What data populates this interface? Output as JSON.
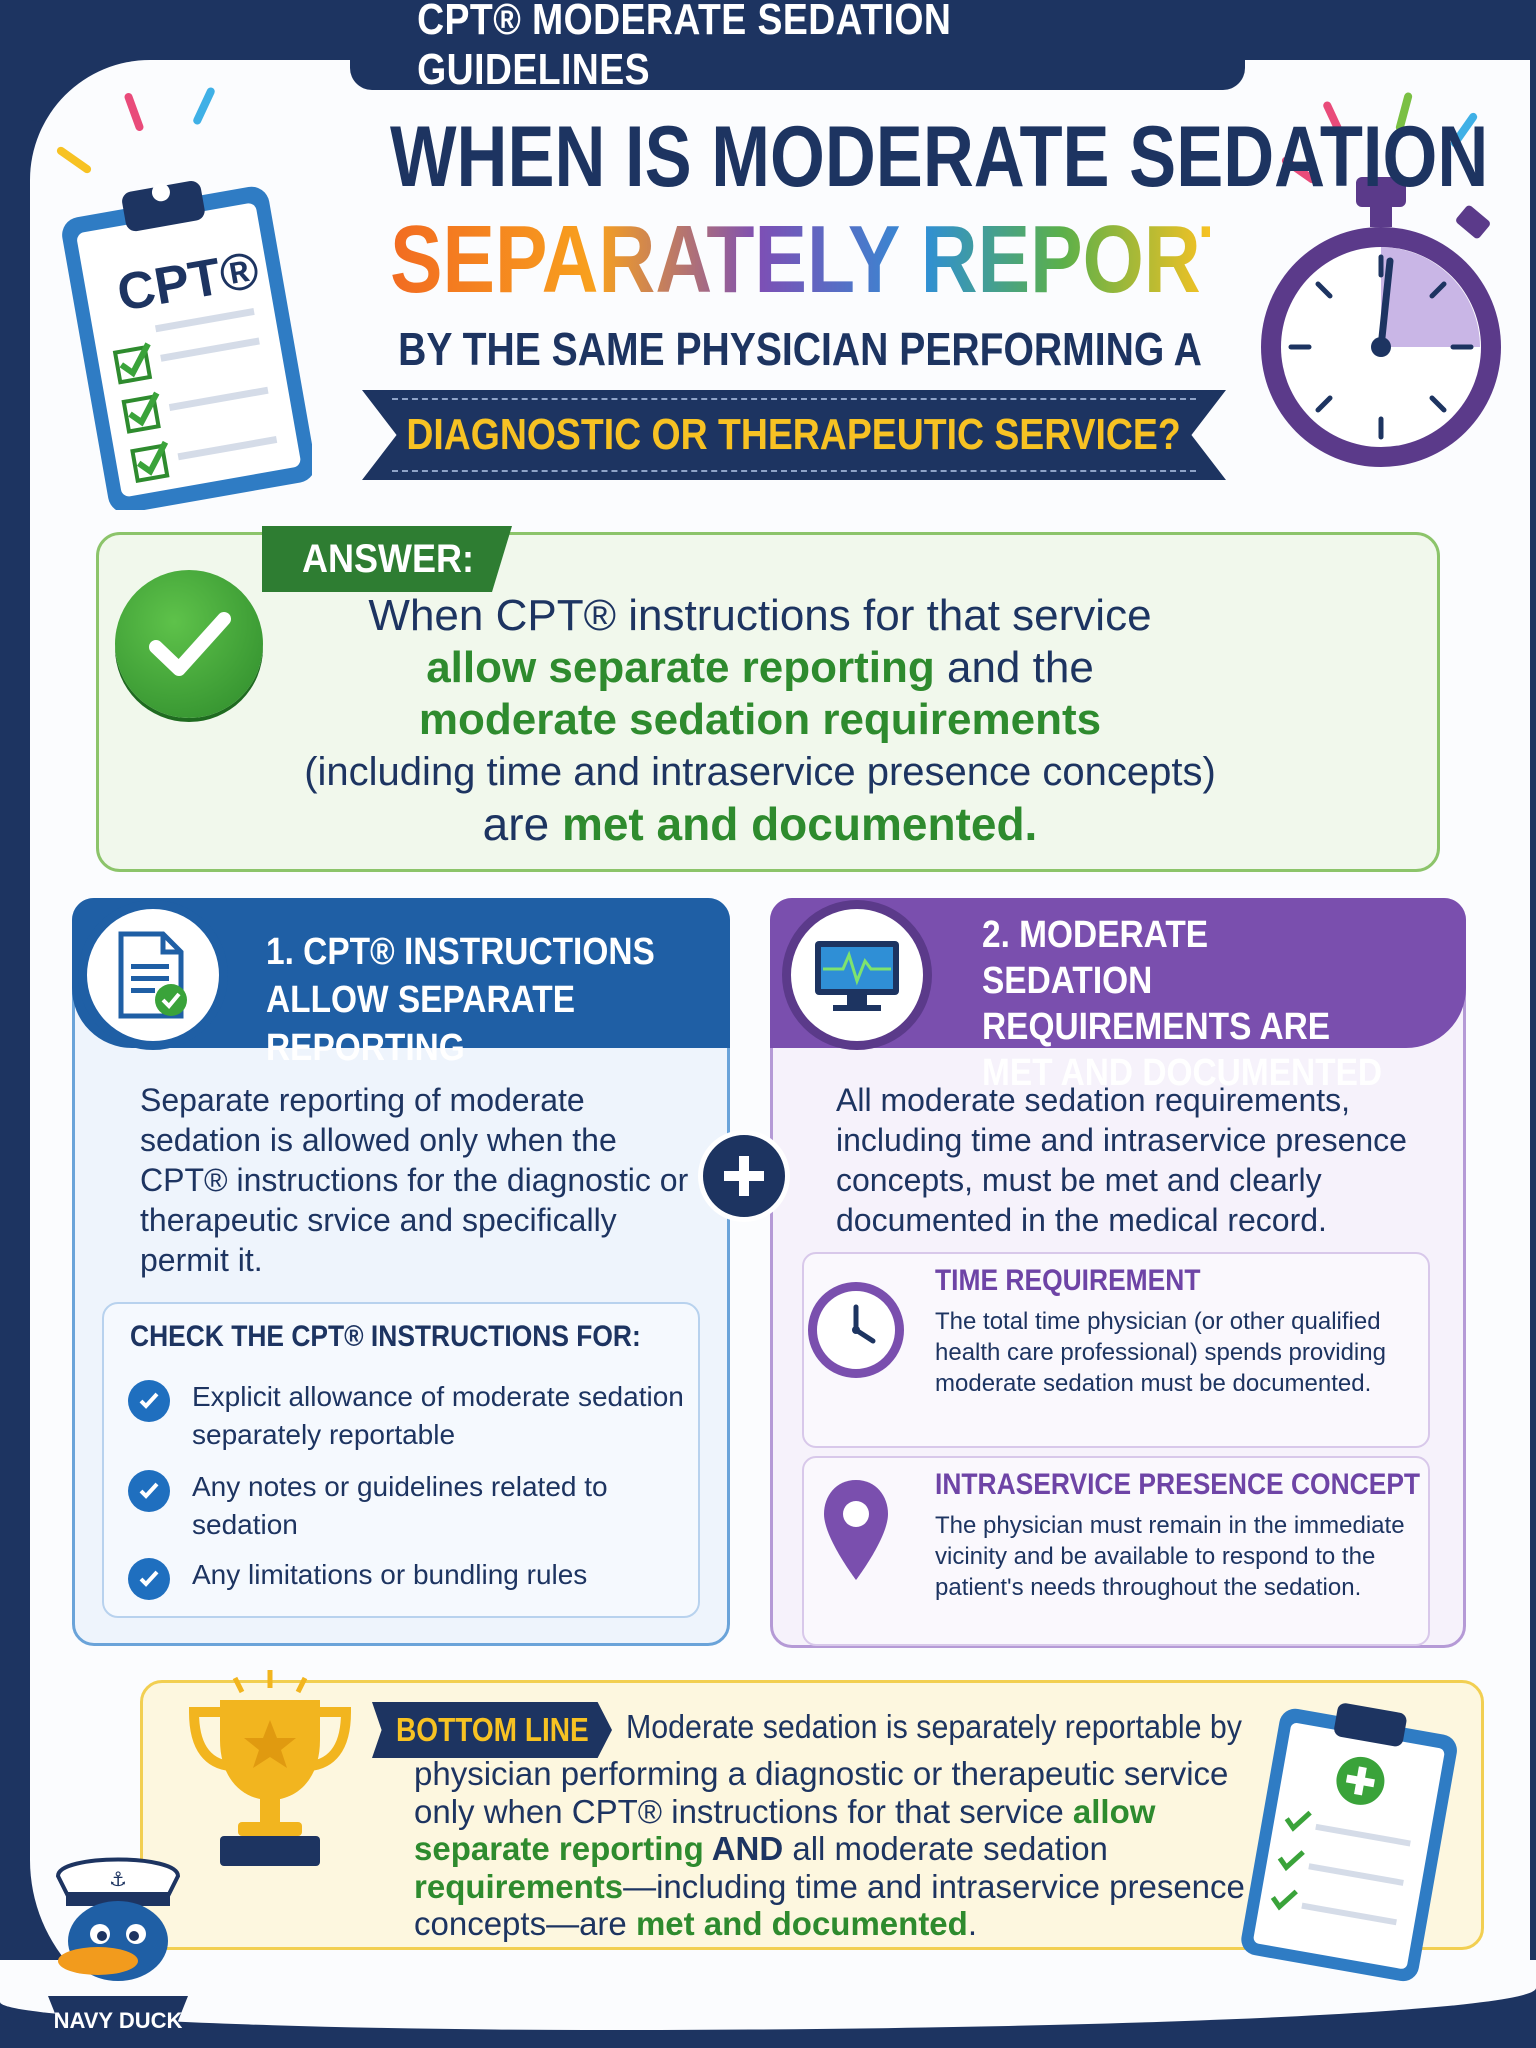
{
  "top_banner": "CPT® MODERATE SEDATION GUIDELINES",
  "headline": {
    "line1": "WHEN IS MODERATE SEDATION",
    "line2": "SEPARATELY REPORTABLE",
    "line3": "BY THE SAME PHYSICIAN PERFORMING A",
    "ribbon": "DIAGNOSTIC OR THERAPEUTIC SERVICE?"
  },
  "clipboard_label": "CPT®",
  "answer": {
    "tag": "ANSWER:",
    "line1": "When CPT® instructions for that service",
    "line2_green": "allow separate reporting",
    "line2_rest": " and the",
    "line3": "moderate sedation requirements",
    "line4": "(including time and intraservice presence concepts)",
    "line5_pre": "are ",
    "line5_green": "met and documented."
  },
  "left_card": {
    "title": "1. CPT® INSTRUCTIONS ALLOW SEPARATE REPORTING",
    "body": "Separate reporting of moderate sedation is allowed only when the CPT® instructions for the diagnostic or therapeutic srvice and specifically permit it.",
    "check_title": "CHECK THE CPT® INSTRUCTIONS FOR:",
    "items": [
      "Explicit allowance of moderate sedation separately reportable",
      "Any notes or guidelines related to sedation",
      "Any limitations or bundling rules"
    ]
  },
  "right_card": {
    "title": "2. MODERATE SEDATION REQUIREMENTS ARE MET AND DOCUMENTED",
    "body": "All moderate sedation requirements, including time and intraservice presence concepts, must be met and clearly documented in the medical record.",
    "time": {
      "title": "TIME REQUIREMENT",
      "body": "The total time physician (or other qualified health care professional) spends providing moderate sedation must be documented."
    },
    "presence": {
      "title": "INTRASERVICE PRESENCE CONCEPT",
      "body": "The physician must remain in the immediate vicinity and be available to respond to the patient's needs throughout the sedation."
    }
  },
  "bottom_line": {
    "tag": "BOTTOM LINE",
    "first": "Moderate sedation is separately reportable by",
    "p1": "physician performing a diagnostic or therapeutic service only when CPT® instructions for that service ",
    "g1": "allow separate reporting",
    "b1": " AND",
    "p2": " all moderate sedation ",
    "g2": "requirements",
    "p3": "—including time and intraservice presence concepts—are ",
    "g3": "met and documented",
    "p4": "."
  },
  "mascot_label": "NAVY DUCK",
  "colors": {
    "navy": "#1d3461",
    "green": "#2e8b2e",
    "blue": "#1f5fa5",
    "purple": "#7a4fae",
    "gold": "#f7c223"
  }
}
